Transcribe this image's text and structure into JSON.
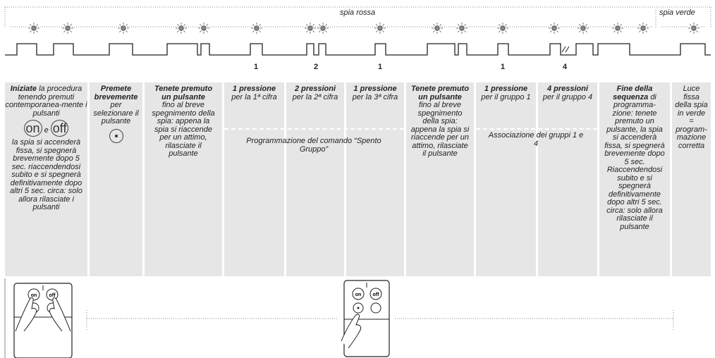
{
  "top_labels": {
    "red": "spia rossa",
    "green": "spia verde"
  },
  "counts": [
    "1",
    "2",
    "1",
    "1",
    "4"
  ],
  "columns": [
    {
      "bold": "Iniziate",
      "text": "la procedura tenendo premuti contemporanea-mente i pulsanti",
      "on": "on",
      "e": "e",
      "off": "off",
      "text2": "la spia si accenderà fissa, si spegnerà brevemente dopo 5 sec. riaccendendosi subito e si spegnerà definitivamente dopo altri 5 sec. circa: solo allora rilasciate i pulsanti"
    },
    {
      "bold": "Premete brevemente",
      "text": "per selezionare il pulsante"
    },
    {
      "bold": "Tenete premuto un pulsante",
      "text": "fino al breve spegnimento della spia: appena la spia si riaccende per un attimo, rilasciate il pulsante"
    },
    {
      "bold": "1 pressione",
      "text": "per la 1ª cifra"
    },
    {
      "bold": "2 pressioni",
      "text": "per la 2ª cifra"
    },
    {
      "bold": "1 pressione",
      "text": "per la 3ª cifra"
    },
    {
      "bold": "Tenete premuto un pulsante",
      "text": "fino al breve spegnimento della spia: appena la spia si riaccende per un attimo, rilasciate il pulsante"
    },
    {
      "bold": "1 pressione",
      "text": "per il gruppo 1"
    },
    {
      "bold": "4 pressioni",
      "text": "per il gruppo 4"
    },
    {
      "bold": "Fine della sequenza",
      "text": "di programma-zione: tenete premuto un pulsante, la spia si accenderà fissa, si spegnerà brevemente dopo 5 sec. Riaccendendosi subito e si spegnerà definitivamente dopo altri 5 sec. circa: solo allora rilasciate il pulsante"
    },
    {
      "bold": "",
      "text": "Luce fissa della spia in verde = program-mazione corretta"
    }
  ],
  "merged": {
    "programming": "Programmazione del comando “Spento Gruppo”",
    "association": "Associazione dei gruppi 1 e 4"
  },
  "remote": {
    "on": "on",
    "off": "off"
  },
  "colors": {
    "panel": "#e6e6e6",
    "line": "#222222",
    "dotted": "#888888"
  }
}
